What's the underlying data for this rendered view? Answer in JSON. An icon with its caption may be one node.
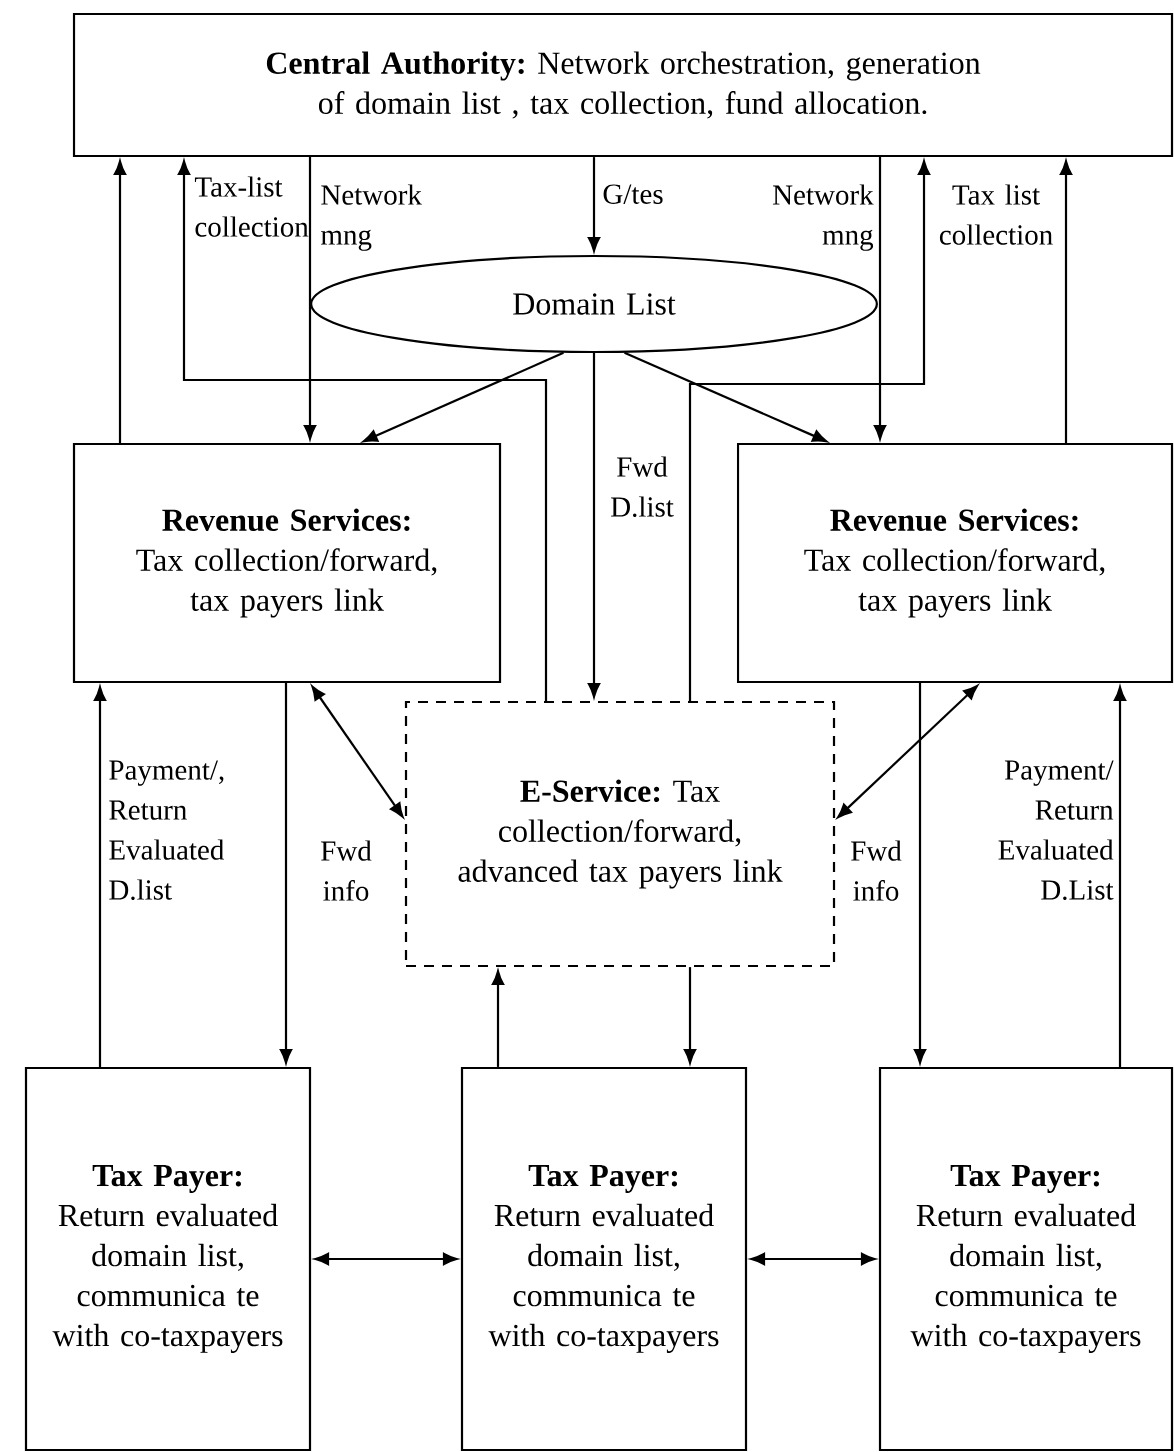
{
  "diagram": {
    "nodes": [
      {
        "text": [
          "Central Authority:",
          "Network orchestration, generation of domain list , tax collection, fund allocation."
        ]
      },
      {
        "text": [
          "Domain List"
        ]
      },
      {
        "text": [
          "Revenue Services:",
          "Tax collection/forward, tax payers link"
        ]
      },
      {
        "text": [
          "Revenue Services:",
          "Tax collection/forward, tax payers link"
        ]
      },
      {
        "text": [
          "E-Service:",
          "Tax collection/forward, advanced tax payers link"
        ]
      },
      {
        "text": [
          "Tax Payer:",
          "Return evaluated domain list, communica te with co-taxpayers"
        ]
      },
      {
        "text": [
          "Tax Payer:",
          "Return evaluated domain list, communica te with co-taxpayers"
        ]
      },
      {
        "text": [
          "Tax Payer:",
          "Return evaluated domain list, communica te with co-taxpayers"
        ]
      }
    ],
    "edges": [
      {
        "from": 2,
        "to": 0,
        "arrow": "to"
      },
      {
        "from": 4,
        "to": 0,
        "arrow": "to",
        "label": "Tax-list collection"
      },
      {
        "from": 0,
        "to": 2,
        "arrow": "to",
        "label": "Network mng"
      },
      {
        "from": 0,
        "to": 1,
        "arrow": "to",
        "label": "G/tes"
      },
      {
        "from": 1,
        "to": 2,
        "arrow": "to"
      },
      {
        "from": 1,
        "to": 4,
        "arrow": "to",
        "label": "Fwd D.list"
      },
      {
        "from": 1,
        "to": 3,
        "arrow": "to"
      },
      {
        "from": 0,
        "to": 3,
        "arrow": "to",
        "label": "Network mng"
      },
      {
        "from": 4,
        "to": 0,
        "arrow": "to",
        "label": "Tax list collection"
      },
      {
        "from": 3,
        "to": 0,
        "arrow": "to"
      },
      {
        "from": 5,
        "to": 2,
        "arrow": "to",
        "label": "Payment/, Return Evaluated D.list"
      },
      {
        "from": 2,
        "to": 5,
        "arrow": "to",
        "label": "Fwd info"
      },
      {
        "from": 2,
        "to": 4,
        "arrow": "both"
      },
      {
        "from": 3,
        "to": 4,
        "arrow": "both"
      },
      {
        "from": 3,
        "to": 7,
        "arrow": "to",
        "label": "Fwd info"
      },
      {
        "from": 7,
        "to": 3,
        "arrow": "to",
        "label": "Payment/ Return Evaluated D.List"
      },
      {
        "from": 6,
        "to": 4,
        "arrow": "to"
      },
      {
        "from": 4,
        "to": 6,
        "arrow": "to"
      },
      {
        "from": 5,
        "to": 6,
        "arrow": "both"
      },
      {
        "from": 6,
        "to": 7,
        "arrow": "both"
      }
    ]
  }
}
